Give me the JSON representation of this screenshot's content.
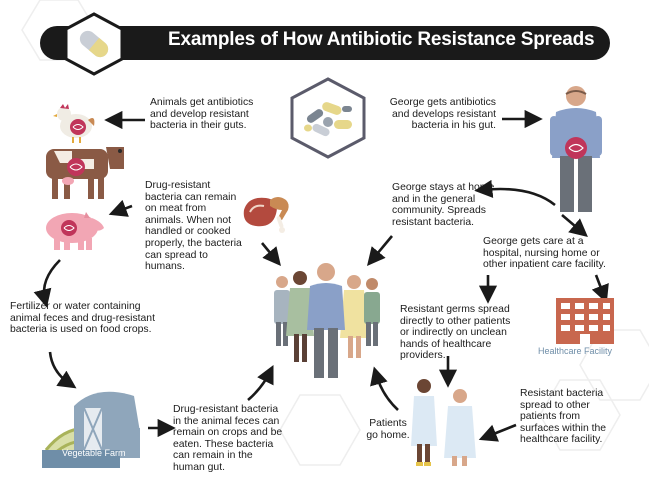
{
  "header": {
    "title": "Examples of How Antibiotic Resistance Spreads"
  },
  "captions": {
    "animals": "Animals get antibiotics and develop resistant bacteria in their guts.",
    "george_gets": "George gets antibiotics and develops resistant bacteria in his gut.",
    "meat": "Drug-resistant bacteria can remain on meat from animals. When not handled or cooked properly, the bacteria can spread to humans.",
    "community": "George stays at home and in the general community. Spreads resistant bacteria.",
    "healthcare": "George gets care at a hospital, nursing home or other inpatient care facility.",
    "fertilizer": "Fertilizer or water containing animal feces and drug-resistant bacteria is used on food crops.",
    "germs": "Resistant germs spread directly to other patients or indirectly on unclean hands of healthcare providers.",
    "crops": "Drug-resistant bacteria in the animal feces can remain on crops and be eaten. These bacteria can remain in the human gut.",
    "patients_home": "Patients go home.",
    "surfaces": "Resistant bacteria spread to other patients from surfaces within the healthcare facility."
  },
  "labels": {
    "vegetable_farm": "Vegetable Farm",
    "healthcare_facility": "Healthcare Facility"
  },
  "colors": {
    "banner": "#1a1a1a",
    "bacteria": "#c0355a",
    "building": "#c8674e",
    "cow": "#8a5a45",
    "pig": "#f2a6b4",
    "barn": "#8fa6bb"
  }
}
